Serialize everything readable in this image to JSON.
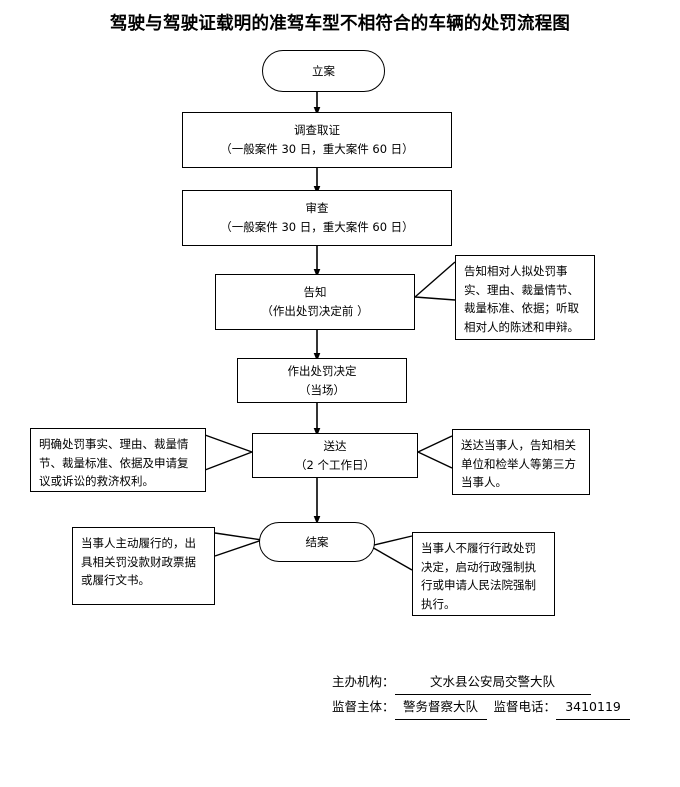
{
  "title": "驾驶与驾驶证载明的准驾车型不相符合的车辆的处罚流程图",
  "nodes": {
    "filing": {
      "line1": "立案",
      "line2": ""
    },
    "investigation": {
      "line1": "调查取证",
      "line2": "（一般案件 30 日，重大案件 60 日）"
    },
    "review": {
      "line1": "审查",
      "line2": "（一般案件 30 日，重大案件 60 日）"
    },
    "notify": {
      "line1": "告知",
      "line2": "（作出处罚决定前 ）"
    },
    "decision": {
      "line1": "作出处罚决定",
      "line2": "（当场）"
    },
    "service": {
      "line1": "送达",
      "line2": "（2 个工作日）"
    },
    "closing": {
      "line1": "结案",
      "line2": ""
    }
  },
  "notes": {
    "notify_right": "告知相对人拟处罚事实、理由、裁量情节、裁量标准、依据；听取相对人的陈述和申辩。",
    "service_left": "明确处罚事实、理由、裁量情节、裁量标准、依据及申请复议或诉讼的救济权利。",
    "service_right": "送达当事人，告知相关单位和检举人等第三方当事人。",
    "closing_left": "当事人主动履行的，出具相关罚没款财政票据或履行文书。",
    "closing_right": "当事人不履行行政处罚决定，启动行政强制执行或申请人民法院强制执行。"
  },
  "footer": {
    "organizer_label": "主办机构：",
    "organizer_value": "文水县公安局交警大队",
    "supervisor_label": "监督主体：",
    "supervisor_value": "警务督察大队",
    "phone_label": "监督电话：",
    "phone_value": "3410119"
  },
  "colors": {
    "ink": "#000000",
    "paper": "#ffffff"
  }
}
